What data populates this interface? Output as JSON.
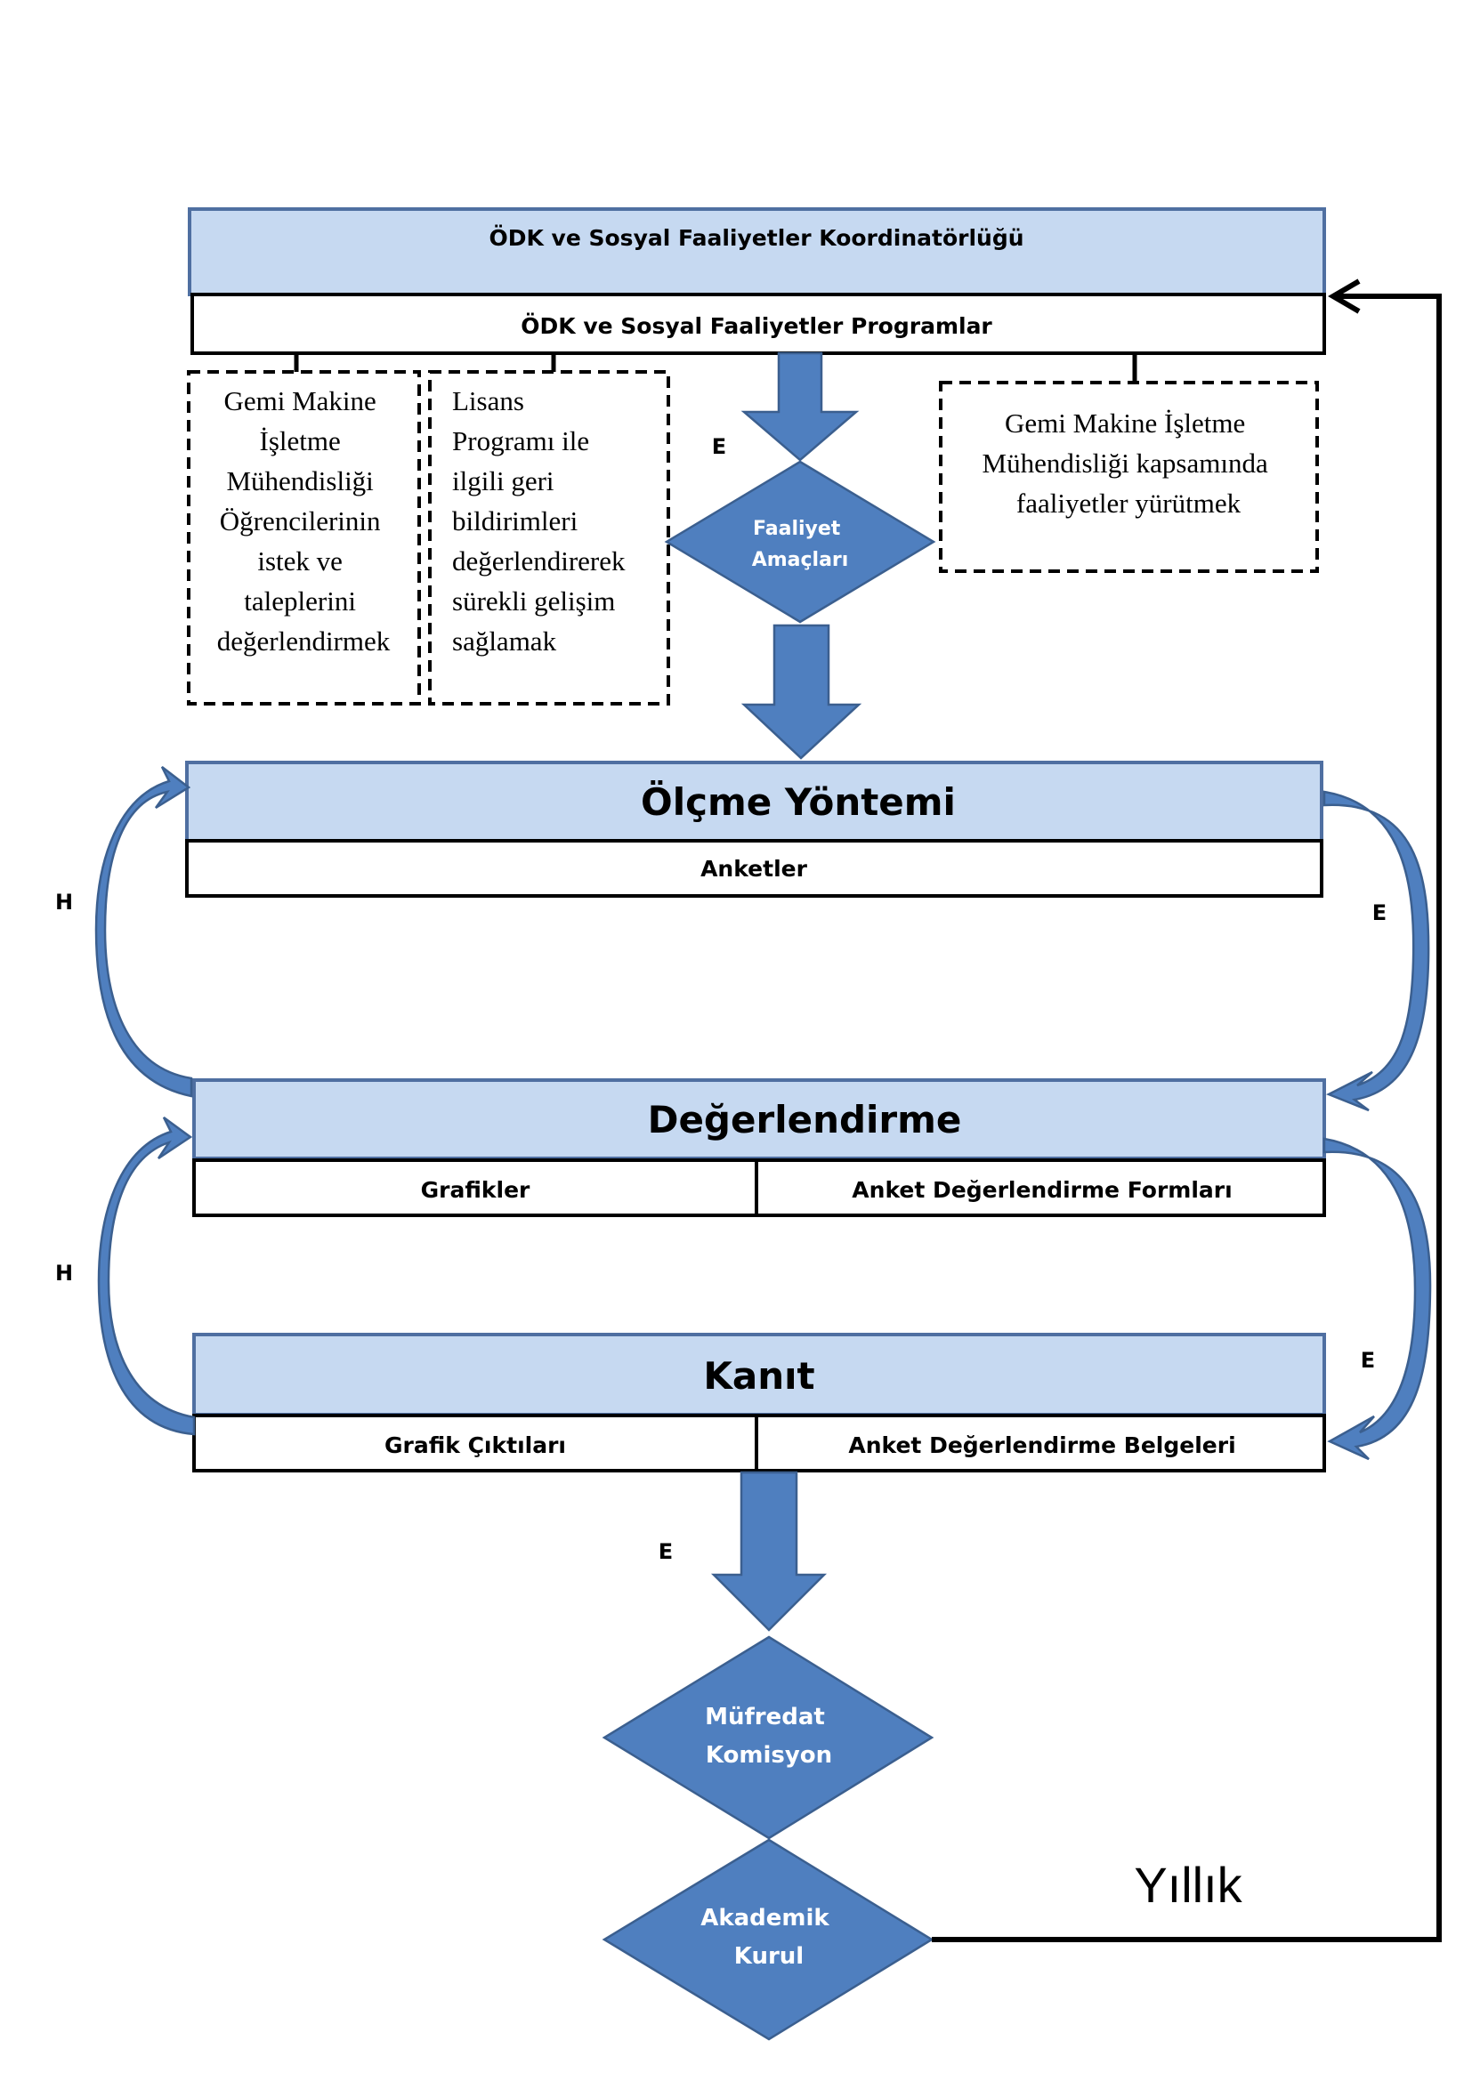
{
  "coordinator": {
    "title": "ÖDK ve Sosyal Faaliyetler Koordinatörlüğü",
    "programs": "ÖDK ve Sosyal Faaliyetler Programlar"
  },
  "goals": {
    "box1": [
      "Gemi Makine",
      "İşletme",
      "Mühendisliği",
      "Öğrencilerinin",
      "istek ve",
      "taleplerini",
      "değerlendirmek"
    ],
    "box2": [
      "Lisans",
      "Programı ile",
      "ilgili geri",
      "bildirimleri",
      "değerlendirerek",
      "sürekli gelişim",
      "sağlamak"
    ],
    "box3": [
      "Gemi Makine İşletme",
      "Mühendisliği kapsamında",
      "faaliyetler yürütmek"
    ]
  },
  "decision_activity": [
    "Faaliyet",
    "Amaçları"
  ],
  "measurement": {
    "title": "Ölçme Yöntemi",
    "item": "Anketler"
  },
  "evaluation": {
    "title": "Değerlendirme",
    "items": [
      "Grafikler",
      "Anket Değerlendirme  Formları"
    ]
  },
  "evidence": {
    "title": "Kanıt",
    "items": [
      "Grafik Çıktıları",
      "Anket Değerlendirme  Belgeleri"
    ]
  },
  "decision_curriculum": [
    "Müfredat",
    "Komisyon"
  ],
  "decision_academic": [
    "Akademik",
    "Kurul"
  ],
  "flow_labels": {
    "yes": "E",
    "no": "H"
  },
  "cycle_label": "Yıllık",
  "colors": {
    "band_fill": "#c6d9f1",
    "band_stroke": "#4f6fa1",
    "shape_fill": "#4f7fbf",
    "shape_stroke": "#3b5f8f"
  }
}
